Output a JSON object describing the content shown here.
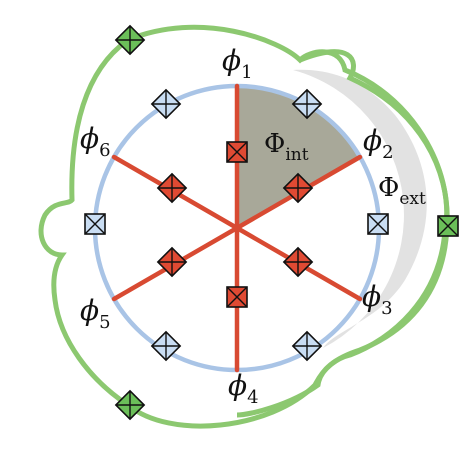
{
  "labels": {
    "phi": "ϕ",
    "Phi": "Φ",
    "nodes": [
      {
        "id": "phi1",
        "sub": "1"
      },
      {
        "id": "phi2",
        "sub": "2"
      },
      {
        "id": "phi3",
        "sub": "3"
      },
      {
        "id": "phi4",
        "sub": "4"
      },
      {
        "id": "phi5",
        "sub": "5"
      },
      {
        "id": "phi6",
        "sub": "6"
      }
    ],
    "flux_int": {
      "sub": "int"
    },
    "flux_ext": {
      "sub": "ext"
    }
  },
  "colors": {
    "outer_loop": "#8cc870",
    "inner_circle": "#a9c4e6",
    "spokes": "#d84a32",
    "red_junction_fill": "#e04a33",
    "blue_junction_fill": "#c9ddf3",
    "green_junction_fill": "#6bbf59",
    "flux_int_fill": "#a8a899",
    "flux_ext_fill": "#e2e2e2"
  },
  "icons": {
    "junction": "crossed-box-icon",
    "junction_rotated": "crossed-diamond-box-icon"
  }
}
